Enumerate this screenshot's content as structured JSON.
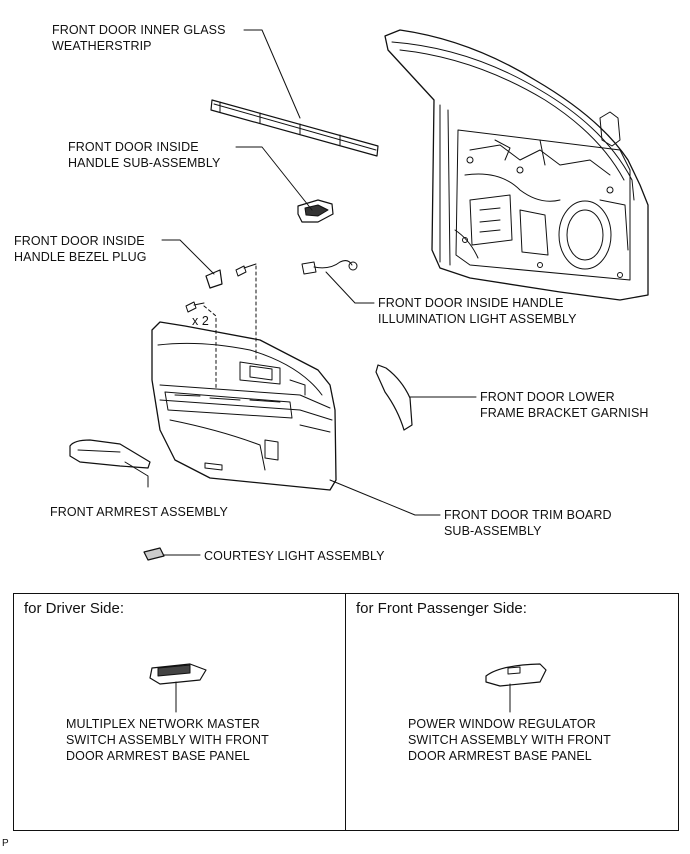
{
  "callouts": {
    "inner_glass_weatherstrip": "FRONT DOOR INNER GLASS\nWEATHERSTRIP",
    "inside_handle": "FRONT DOOR INSIDE\nHANDLE SUB-ASSEMBLY",
    "bezel_plug": "FRONT DOOR INSIDE\nHANDLE BEZEL PLUG",
    "illumination_light": "FRONT DOOR INSIDE HANDLE\nILLUMINATION LIGHT ASSEMBLY",
    "lower_frame_garnish": "FRONT DOOR LOWER\nFRAME BRACKET GARNISH",
    "armrest": "FRONT ARMREST ASSEMBLY",
    "trim_board": "FRONT DOOR TRIM BOARD\nSUB-ASSEMBLY",
    "courtesy_light": "COURTESY LIGHT ASSEMBLY",
    "screw_qty": "x 2"
  },
  "panels": {
    "driver": {
      "title": "for Driver Side:",
      "part": "MULTIPLEX NETWORK MASTER\nSWITCH ASSEMBLY WITH FRONT\nDOOR ARMREST BASE PANEL"
    },
    "passenger": {
      "title": "for Front Passenger Side:",
      "part": "POWER WINDOW REGULATOR\nSWITCH ASSEMBLY WITH FRONT\nDOOR ARMREST BASE PANEL"
    }
  },
  "figure_id": "P"
}
